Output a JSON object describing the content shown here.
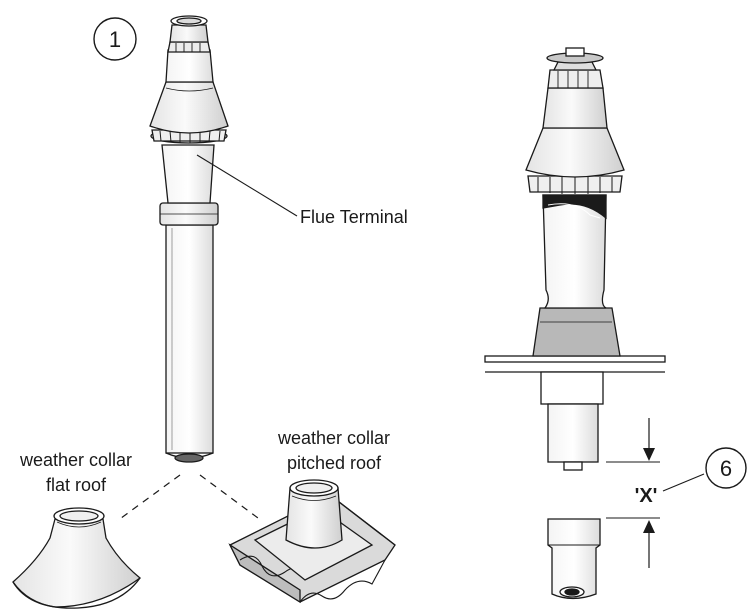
{
  "callouts": {
    "left_number": "1",
    "right_number": "6"
  },
  "labels": {
    "flue_terminal": "Flue Terminal",
    "flat_roof_line1": "weather collar",
    "flat_roof_line2": "flat roof",
    "pitched_roof_line1": "weather collar",
    "pitched_roof_line2": "pitched roof",
    "dimension_x": "'X'"
  },
  "colors": {
    "line": "#1a1a1a",
    "shade_light": "#e6e6e6",
    "shade_mid": "#c8c8c8",
    "shade_dark": "#9a9a9a"
  }
}
